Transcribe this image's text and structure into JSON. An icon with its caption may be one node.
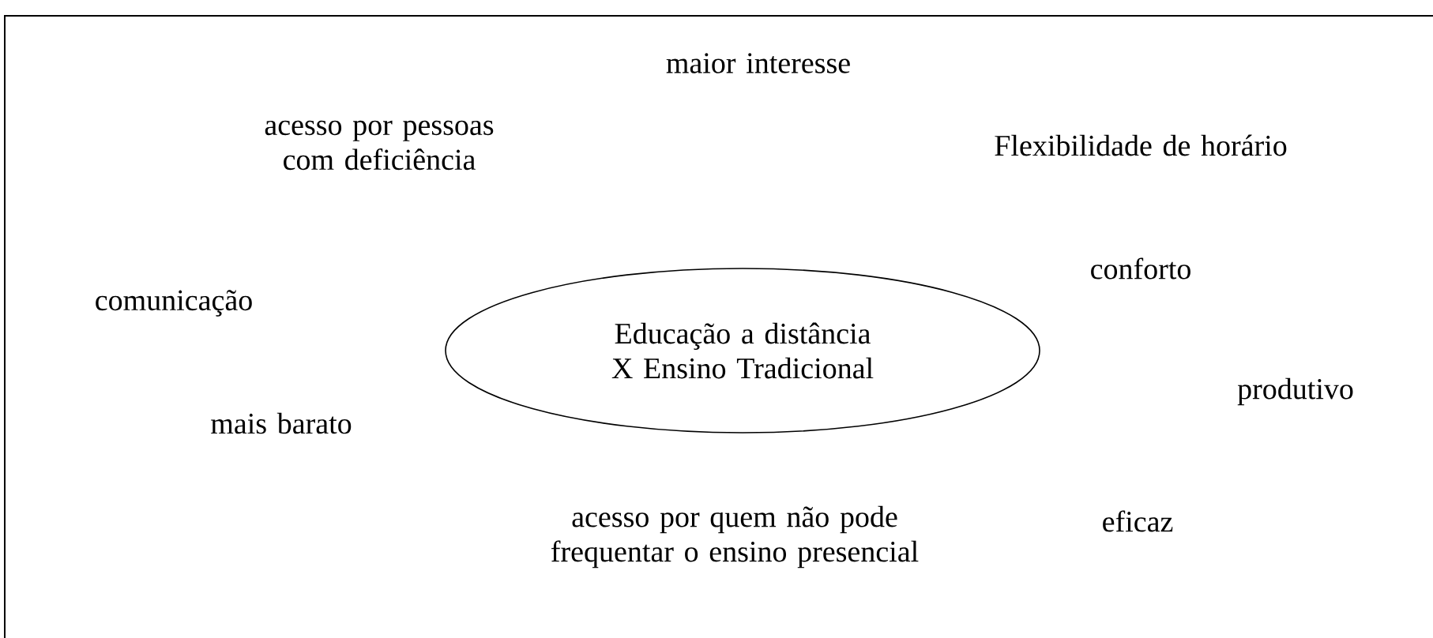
{
  "diagram": {
    "nodes": [
      {
        "text": [
          "Educação a distância X Ensino Tradicional"
        ]
      }
    ],
    "labels": [
      "maior interesse",
      "acesso por pessoas com deficiência",
      "Flexibilidade de horário",
      "conforto",
      "comunicação",
      "produtivo",
      "mais barato",
      "acesso por quem não pode frequentar o ensino presencial",
      "eficaz"
    ]
  }
}
